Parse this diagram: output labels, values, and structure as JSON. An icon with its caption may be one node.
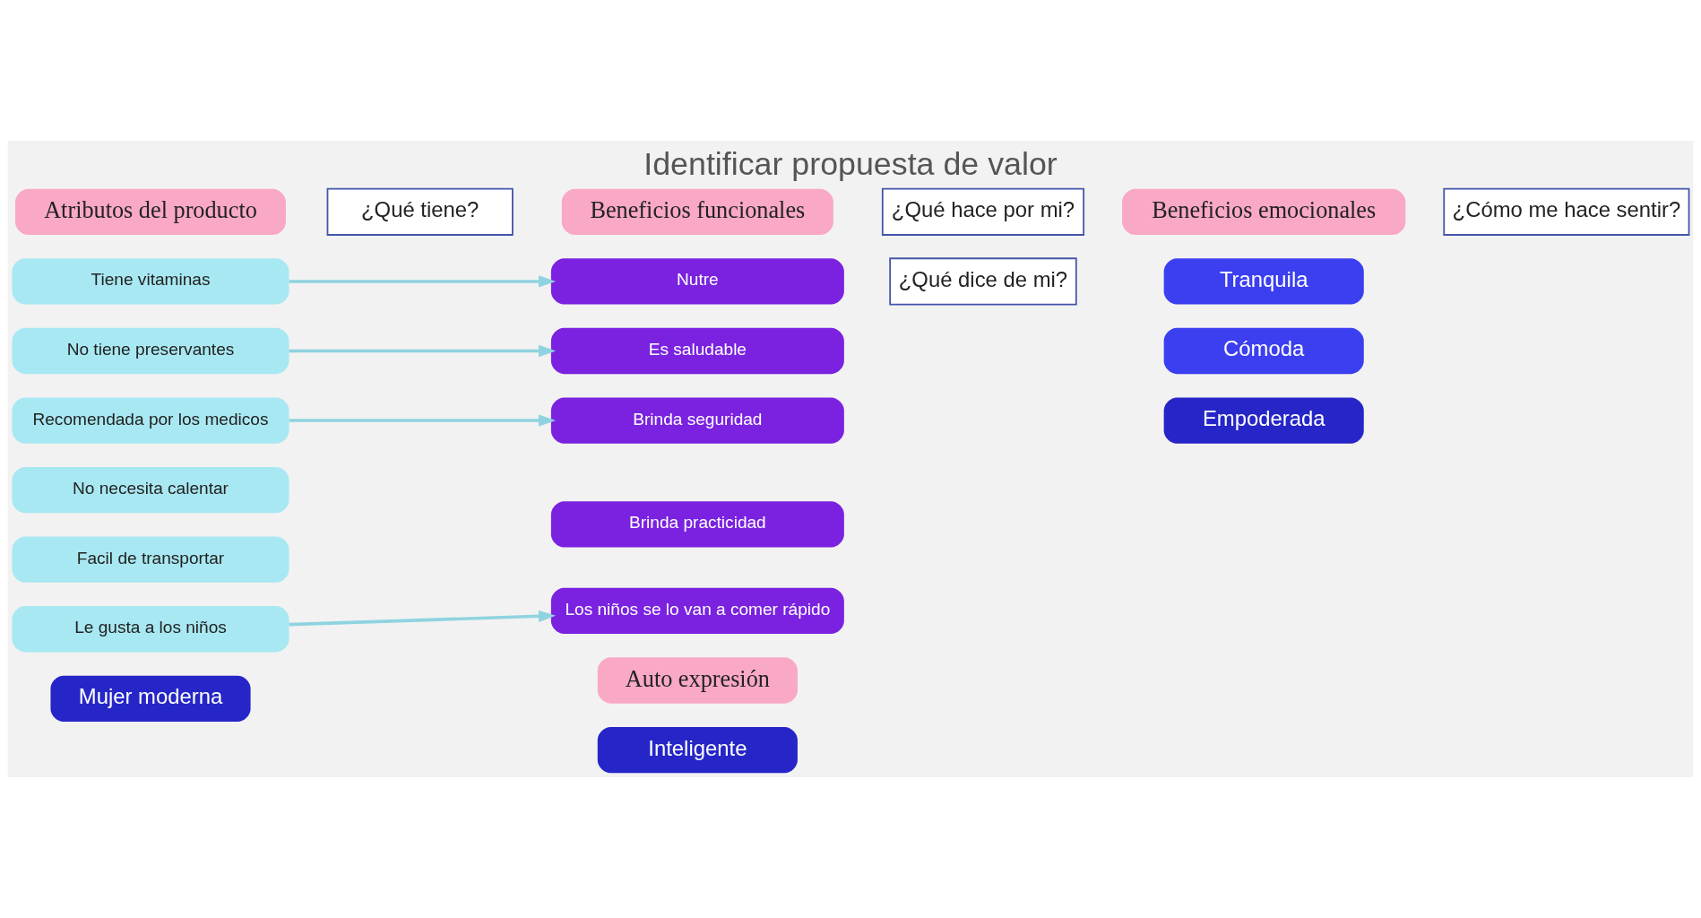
{
  "diagram": {
    "title": "Identificar propuesta de valor",
    "nodes": [
      {
        "text": [
          "Atributos del producto"
        ]
      },
      {
        "text": [
          "¿Qué tiene?"
        ]
      },
      {
        "text": [
          "Beneficios funcionales"
        ]
      },
      {
        "text": [
          "¿Qué hace por mi?"
        ]
      },
      {
        "text": [
          "Beneficios emocionales"
        ]
      },
      {
        "text": [
          "¿Cómo me hace sentir?"
        ]
      },
      {
        "text": [
          "Tiene vitaminas"
        ]
      },
      {
        "text": [
          "No tiene preservantes"
        ]
      },
      {
        "text": [
          "Recomendada por los medicos"
        ]
      },
      {
        "text": [
          "No necesita calentar"
        ]
      },
      {
        "text": [
          "Facil de transportar"
        ]
      },
      {
        "text": [
          "Le gusta a los niños"
        ]
      },
      {
        "text": [
          "Nutre"
        ]
      },
      {
        "text": [
          "Es saludable"
        ]
      },
      {
        "text": [
          "Brinda seguridad"
        ]
      },
      {
        "text": [
          "Brinda practicidad"
        ]
      },
      {
        "text": [
          "Los niños se lo van a comer rápido"
        ]
      },
      {
        "text": [
          "Tranquila"
        ]
      },
      {
        "text": [
          "Cómoda"
        ]
      },
      {
        "text": [
          "Auto expresión"
        ]
      },
      {
        "text": [
          "¿Qué dice de mi?"
        ]
      },
      {
        "text": [
          "Mujer moderna"
        ]
      },
      {
        "text": [
          "Inteligente"
        ]
      },
      {
        "text": [
          "Empoderada"
        ]
      }
    ],
    "edges": [
      {
        "from": 6,
        "to": 12,
        "arrow": "to"
      },
      {
        "from": 7,
        "to": 13,
        "arrow": "to"
      },
      {
        "from": 8,
        "to": 14,
        "arrow": "to"
      },
      {
        "from": 11,
        "to": 16,
        "arrow": "to"
      }
    ]
  }
}
